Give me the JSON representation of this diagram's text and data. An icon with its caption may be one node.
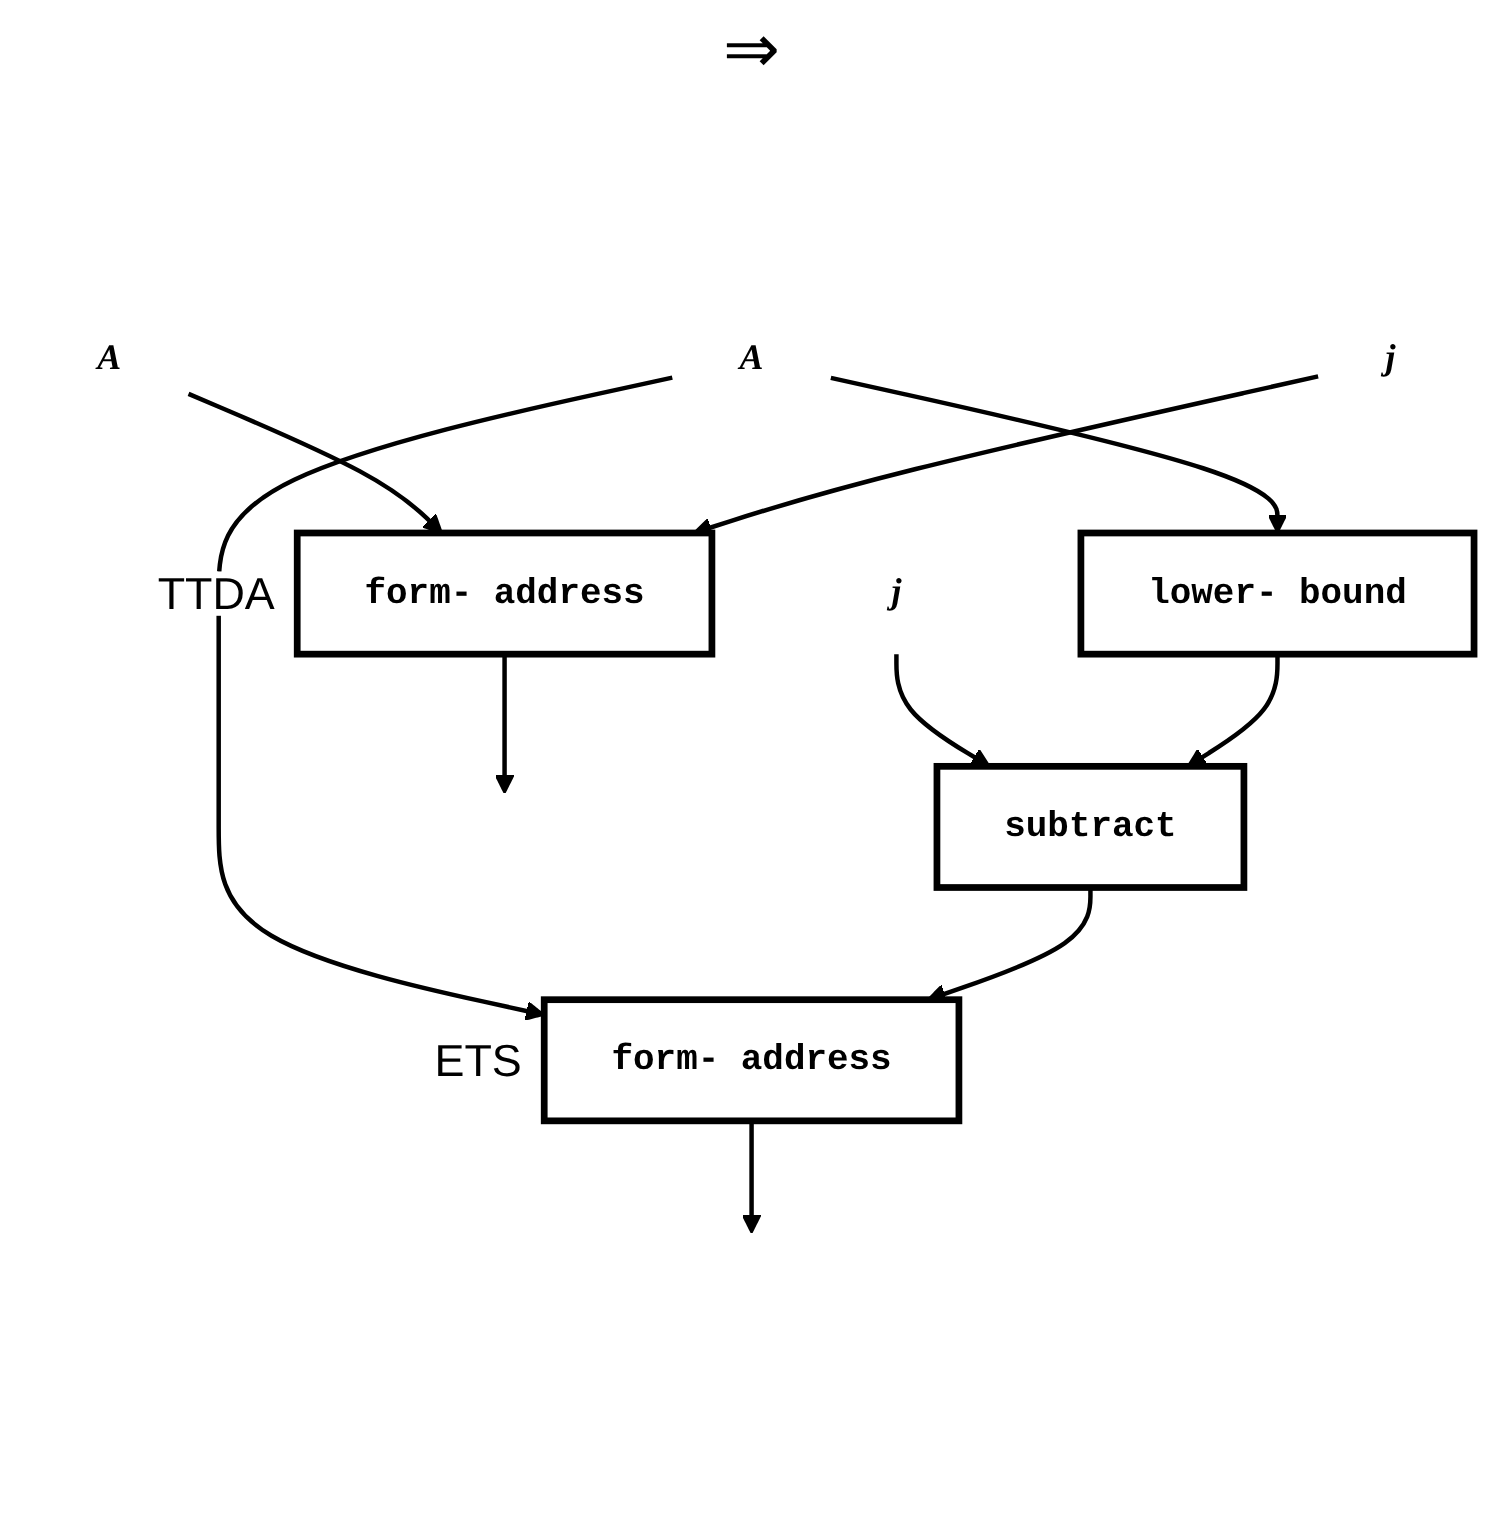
{
  "diagram": {
    "nodes": [
      {
        "text": [
          "A"
        ]
      },
      {
        "text": [
          "j"
        ]
      },
      {
        "text": [
          "form- address"
        ],
        "beside": [
          "TTDA"
        ]
      },
      {
        "text": [
          "A"
        ]
      },
      {
        "text": [
          "j"
        ]
      },
      {
        "text": [
          "lower- bound"
        ]
      },
      {
        "text": [
          "subtract"
        ]
      },
      {
        "text": [
          "form- address"
        ],
        "beside": [
          "ETS"
        ]
      }
    ],
    "edges": [
      {
        "from": 0,
        "to": 2,
        "arrow": "to"
      },
      {
        "from": 1,
        "to": 2,
        "arrow": "to"
      },
      {
        "from": 2,
        "to": null,
        "arrow": "to"
      },
      {
        "from": 3,
        "to": 5,
        "arrow": "to"
      },
      {
        "from": 3,
        "to": 7,
        "arrow": "to"
      },
      {
        "from": 4,
        "to": 6,
        "arrow": "to"
      },
      {
        "from": 5,
        "to": 6,
        "arrow": "to"
      },
      {
        "from": 6,
        "to": 7,
        "arrow": "to"
      },
      {
        "from": 7,
        "to": null,
        "arrow": "to"
      }
    ],
    "labels": [
      "⇒"
    ]
  }
}
